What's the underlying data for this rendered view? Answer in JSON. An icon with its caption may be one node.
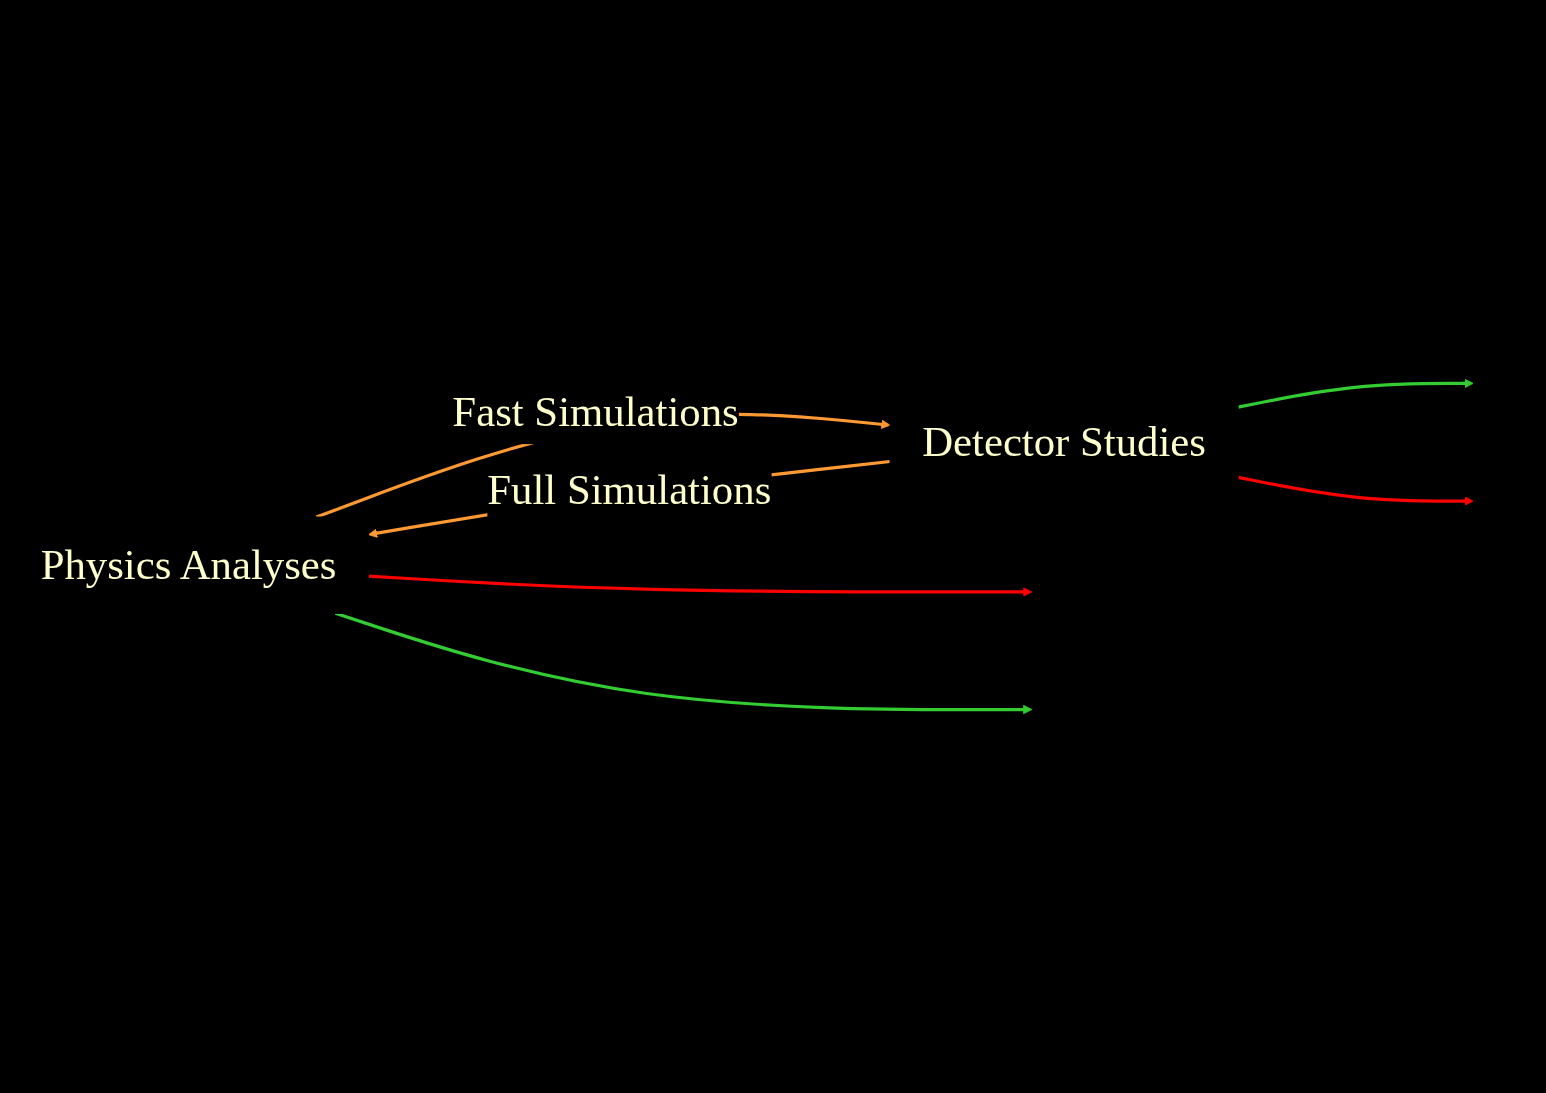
{
  "diagram": {
    "nodes": [
      {
        "text": [
          "Physics Analyses"
        ]
      },
      {
        "text": [
          "Detector Studies"
        ]
      }
    ],
    "edges": [
      {
        "from": 0,
        "to": 1,
        "arrow": "to",
        "label": "Fast Simulations",
        "color": "#ff9933"
      },
      {
        "from": 1,
        "to": 0,
        "arrow": "to",
        "label": "Full Simulations",
        "color": "#ff9933"
      },
      {
        "from": 0,
        "to": null,
        "arrow": "to",
        "color": "#ff0000"
      },
      {
        "from": 0,
        "to": null,
        "arrow": "to",
        "color": "#33cc33"
      },
      {
        "from": 1,
        "to": null,
        "arrow": "to",
        "color": "#33cc33"
      },
      {
        "from": 1,
        "to": null,
        "arrow": "to",
        "color": "#ff0000"
      }
    ]
  }
}
